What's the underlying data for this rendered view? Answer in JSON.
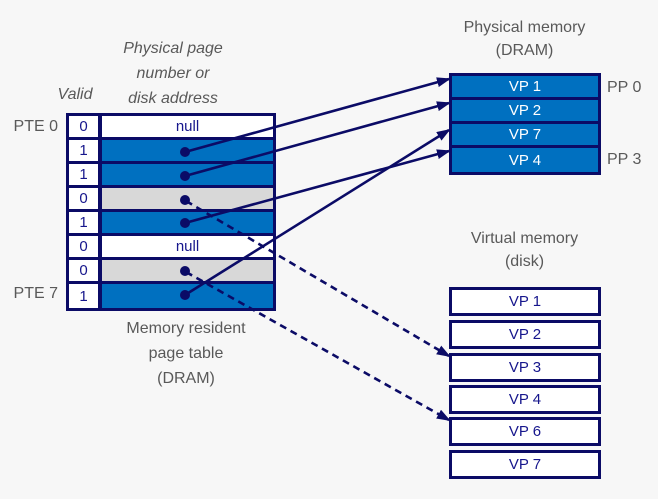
{
  "colors": {
    "background": "#f7f7f7",
    "navy_border_and_arrows": "#0b0b66",
    "cell_text_navy": "#16168c",
    "blue_fill": "#0070C0",
    "gray_fill": "#D8D8D8",
    "label_gray": "#595959",
    "white": "#ffffff"
  },
  "page_table": {
    "column_header_lines": [
      "Physical page",
      "number or",
      "disk address"
    ],
    "valid_label": "Valid",
    "first_row_label": "PTE 0",
    "last_row_label": "PTE 7",
    "rows": [
      {
        "valid": "0",
        "content": "null",
        "state": "unallocated-null"
      },
      {
        "valid": "1",
        "content": "",
        "state": "cached-in-dram"
      },
      {
        "valid": "1",
        "content": "",
        "state": "cached-in-dram"
      },
      {
        "valid": "0",
        "content": "",
        "state": "on-disk"
      },
      {
        "valid": "1",
        "content": "",
        "state": "cached-in-dram"
      },
      {
        "valid": "0",
        "content": "null",
        "state": "unallocated-null"
      },
      {
        "valid": "0",
        "content": "",
        "state": "on-disk"
      },
      {
        "valid": "1",
        "content": "",
        "state": "cached-in-dram"
      }
    ],
    "caption_lines": [
      "Memory resident",
      "page table",
      "(DRAM)"
    ]
  },
  "physical_memory": {
    "title_lines": [
      "Physical memory",
      "(DRAM)"
    ],
    "pages": [
      "VP 1",
      "VP 2",
      "VP 7",
      "VP 4"
    ],
    "pp_label_top": "PP 0",
    "pp_label_bottom": "PP 3"
  },
  "virtual_memory": {
    "title_lines": [
      "Virtual memory",
      "(disk)"
    ],
    "pages": [
      "VP 1",
      "VP 2",
      "VP 3",
      "VP 4",
      "VP 6",
      "VP 7"
    ]
  },
  "arrows": {
    "solid": [
      {
        "from": "PTE 1",
        "to": "VP 1 in DRAM (PP 0)"
      },
      {
        "from": "PTE 2",
        "to": "VP 2 in DRAM"
      },
      {
        "from": "PTE 4",
        "to": "VP 4 in DRAM (PP 3)"
      },
      {
        "from": "PTE 7",
        "to": "VP 7 in DRAM"
      }
    ],
    "dashed": [
      {
        "from": "PTE 3",
        "to": "VP 3 on disk"
      },
      {
        "from": "PTE 6",
        "to": "VP 6 on disk"
      }
    ]
  }
}
